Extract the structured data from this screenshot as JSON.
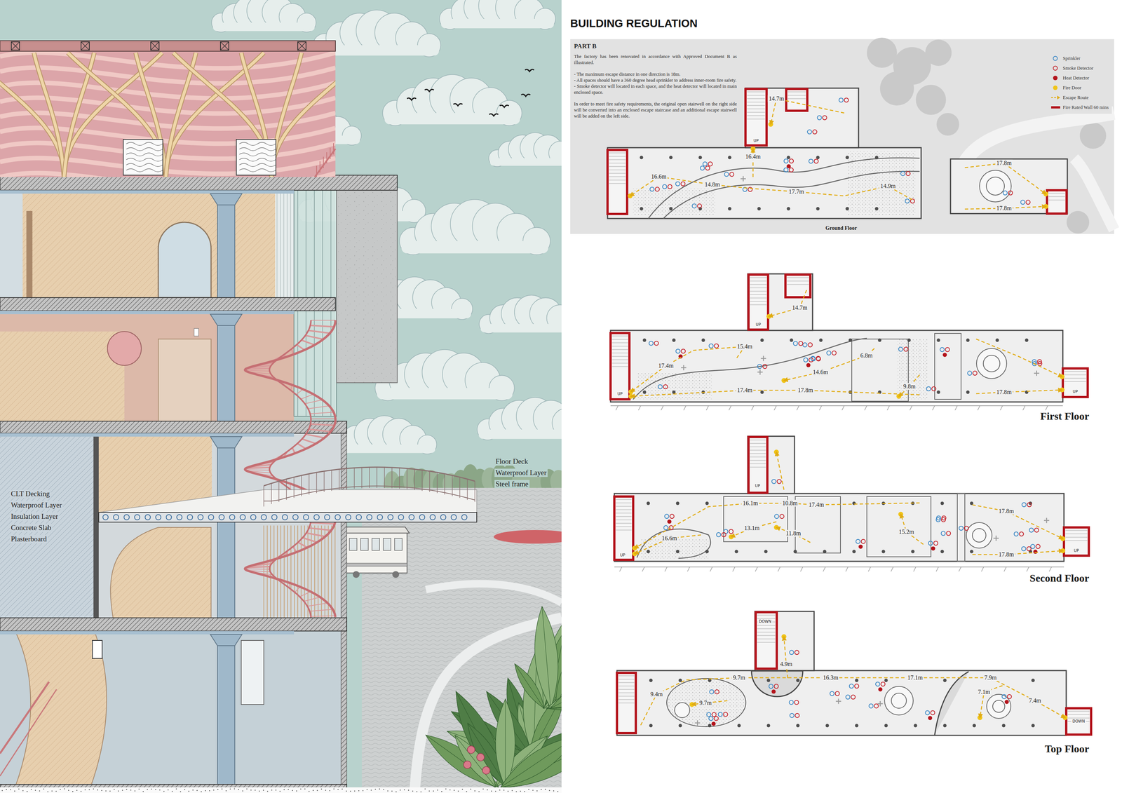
{
  "diagram": {
    "title": "BUILDING REGULATION",
    "nodes": [
      {
        "text": [
          "PART B",
          "The factory has been renovated in accordance with Approved Document B as illustrated.",
          "- The maximum escape distance in one direction is 18m.",
          "- All spaces should have a 360 degree head sprinkler to address inner-room fire safety.",
          "- Smoke detector will located in each space, and the heat detector will located in main enclosed space.",
          "In order to meet fire safety requirements, the original open stairwell on the right side will be converted into an enclosed escape staircase and an additional escape stairwell will be added on the left side."
        ]
      },
      {
        "text": [
          "Ground Floor"
        ]
      },
      {
        "text": [
          "First Floor"
        ]
      },
      {
        "text": [
          "Second Floor"
        ]
      },
      {
        "text": [
          "Top Floor"
        ]
      }
    ],
    "labels": [
      "Floor Deck",
      "Waterproof Layer",
      "Steel frame",
      "CLT Decking",
      "Waterproof Layer",
      "Insulation Layer",
      "Concrete Slab",
      "Plasterboard",
      "14.7m",
      "16.4m",
      "16.6m",
      "14.8m",
      "17.7m",
      "14.9m",
      "17.8m",
      "17.8m",
      "14.7m",
      "15.4m",
      "17.4m",
      "6.8m",
      "14.6m",
      "9.8m",
      "17.4m",
      "17.8m",
      "17.8m",
      "16.1m",
      "10.8m",
      "17.4m",
      "13.1m",
      "11.8m",
      "15.2m",
      "16.6m",
      "17.8m",
      "17.8m",
      "4.9m",
      "9.7m",
      "16.3m",
      "17.1m",
      "7.9m",
      "9.4m",
      "9.7m",
      "7.1m",
      "7.4m",
      "UP",
      "UP",
      "UP",
      "UP",
      "UP",
      "UP",
      "UP",
      "DOWN",
      "DOWN"
    ],
    "legend": [
      {
        "text": "Sprinkler"
      },
      {
        "text": "Smoke Detector"
      },
      {
        "text": "Heat Detector",
        "color": "#b3131b"
      },
      {
        "text": "Fire Door",
        "color": "#f0c419"
      },
      {
        "text": "Escape Route"
      },
      {
        "text": "Fire Rated Wall 60 mins"
      }
    ]
  }
}
